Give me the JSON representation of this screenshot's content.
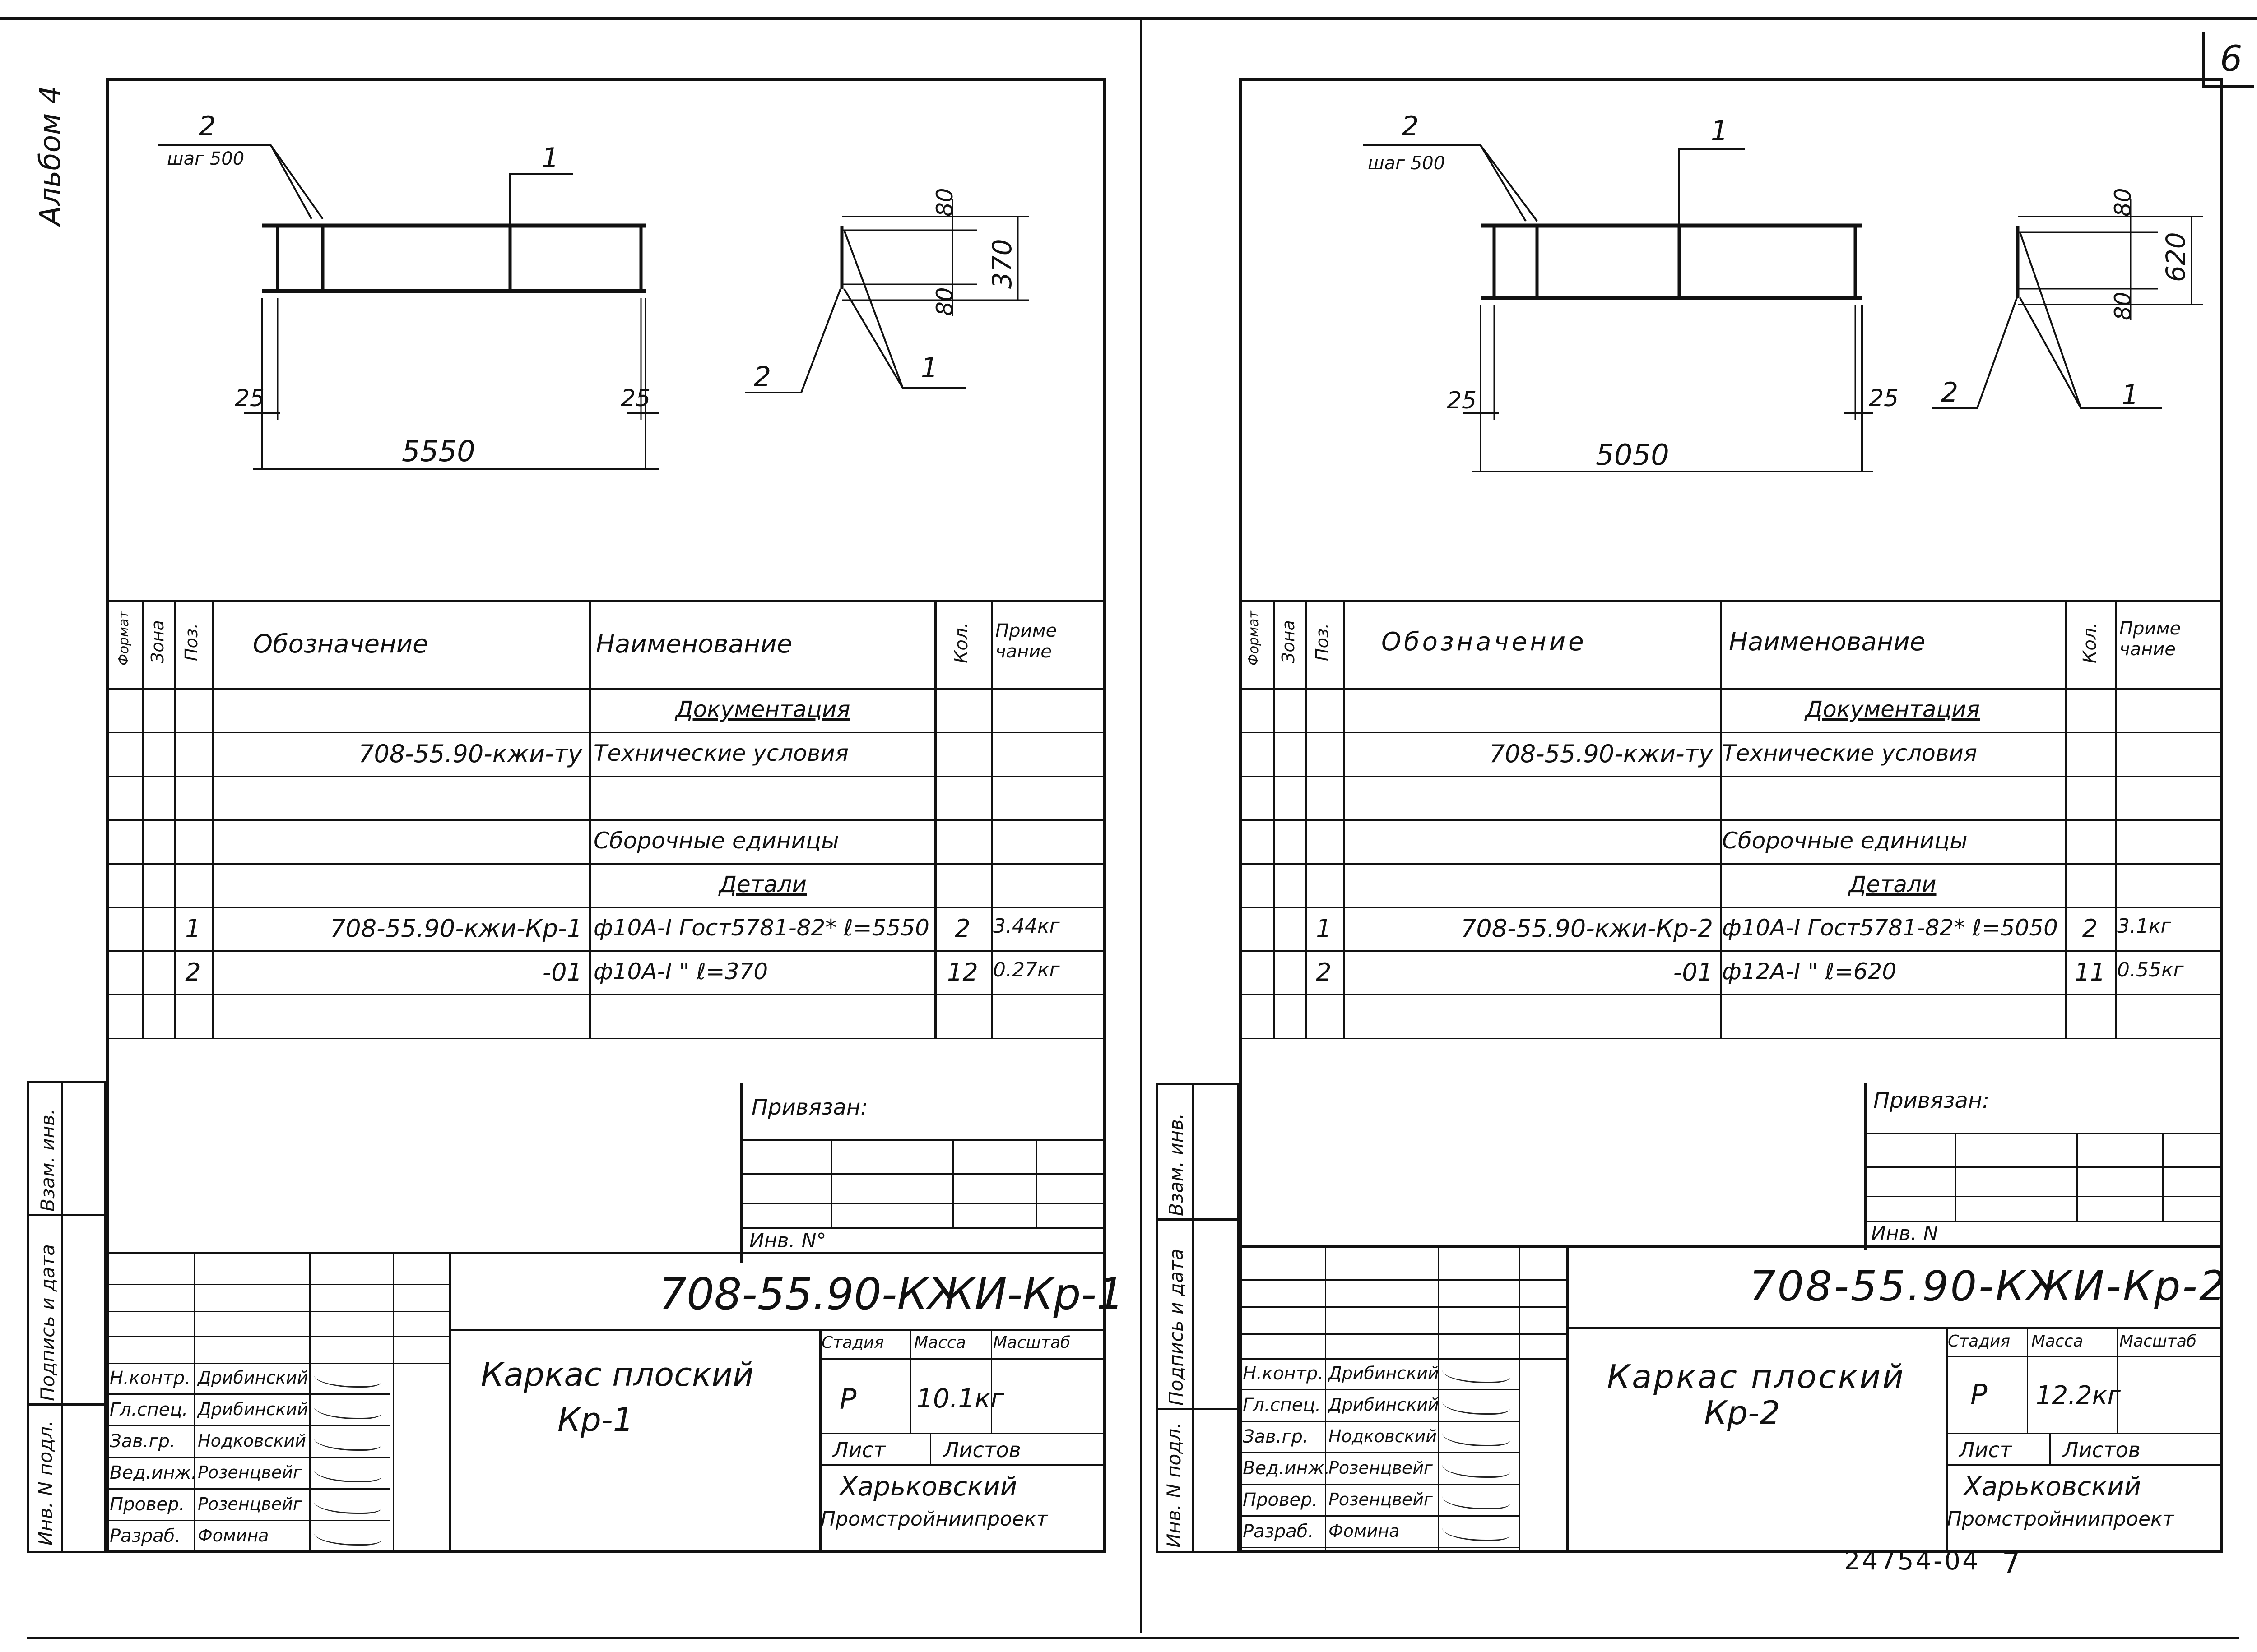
{
  "page": {
    "sheet_number": "6",
    "album_label": "Альбом 4",
    "inventory_code": "24754-04",
    "inventory_page": "7"
  },
  "side_strip": {
    "vzam_inv": "Взам. инв.",
    "podpis_data": "Подпись и дата",
    "inv_podl": "Инв. N подл."
  },
  "spec_headers": {
    "format": "Формат",
    "zona": "Зона",
    "poz": "Поз.",
    "oboznachenie": "Обозначение",
    "naimenovanie": "Наименование",
    "kol": "Кол.",
    "primechanie": "Приме чание"
  },
  "sheets": [
    {
      "drawing": {
        "pos2_label": "2",
        "step_label": "шаг 500",
        "pos1_label": "1",
        "length_dim": "5550",
        "end_dim_left": "25",
        "end_dim_right": "25",
        "dim_top": "80",
        "dim_bottom": "80",
        "height_dim": "370",
        "section_pos2": "2",
        "section_pos1": "1"
      },
      "spec_rows": [
        {
          "poz": "",
          "oboznachenie": "",
          "naimenovanie": "Документация",
          "kol": "",
          "prim": "",
          "kind": "section"
        },
        {
          "poz": "",
          "oboznachenie": "708-55.90-кжи-ту",
          "naimenovanie": "Технические условия",
          "kol": "",
          "prim": "",
          "kind": "item"
        },
        {
          "poz": "",
          "oboznachenie": "",
          "naimenovanie": "",
          "kol": "",
          "prim": "",
          "kind": "item"
        },
        {
          "poz": "",
          "oboznachenie": "",
          "naimenovanie": "Сборочные единицы",
          "kol": "",
          "prim": "",
          "kind": "item"
        },
        {
          "poz": "",
          "oboznachenie": "",
          "naimenovanie": "Детали",
          "kol": "",
          "prim": "",
          "kind": "section"
        },
        {
          "poz": "1",
          "oboznachenie": "708-55.90-кжи-Кр-1",
          "naimenovanie": "ф10А-I Гост5781-82* ℓ=5550",
          "kol": "2",
          "prim": "3.44кг",
          "kind": "item"
        },
        {
          "poz": "2",
          "oboznachenie": "-01",
          "naimenovanie": "ф10А-I   \"    ℓ=370",
          "kol": "12",
          "prim": "0.27кг",
          "kind": "item"
        },
        {
          "poz": "",
          "oboznachenie": "",
          "naimenovanie": "",
          "kol": "",
          "prim": "",
          "kind": "item"
        }
      ],
      "privyazan": "Привязан:",
      "inv_no": "Инв. N°",
      "doc_code": "708-55.90-КЖИ-Кр-1",
      "title_line1": "Каркас плоский",
      "title_line2": "Кр-1",
      "stadia_label": "Стадия",
      "massa_label": "Масса",
      "masshtab_label": "Масштаб",
      "stadia_value": "Р",
      "massa_value": "10.1кг",
      "list_label": "Лист",
      "listov_label": "Листов",
      "org_line1": "Харьковский",
      "org_line2": "Промстройниипроект",
      "staff": [
        {
          "role": "Н.контр.",
          "name": "Дрибинский"
        },
        {
          "role": "Гл.спец.",
          "name": "Дрибинский"
        },
        {
          "role": "Зав.гр.",
          "name": "Нодковский"
        },
        {
          "role": "Вед.инж.",
          "name": "Розенцвейг"
        },
        {
          "role": "Провер.",
          "name": "Розенцвейг"
        },
        {
          "role": "Разраб.",
          "name": "Фомина"
        }
      ]
    },
    {
      "drawing": {
        "pos2_label": "2",
        "step_label": "шаг 500",
        "pos1_label": "1",
        "length_dim": "5050",
        "end_dim_left": "25",
        "end_dim_right": "25",
        "dim_top": "80",
        "dim_bottom": "80",
        "height_dim": "620",
        "section_pos2": "2",
        "section_pos1": "1"
      },
      "spec_rows": [
        {
          "poz": "",
          "oboznachenie": "",
          "naimenovanie": "Документация",
          "kol": "",
          "prim": "",
          "kind": "section"
        },
        {
          "poz": "",
          "oboznachenie": "708-55.90-кжи-ту",
          "naimenovanie": "Технические условия",
          "kol": "",
          "prim": "",
          "kind": "item"
        },
        {
          "poz": "",
          "oboznachenie": "",
          "naimenovanie": "",
          "kol": "",
          "prim": "",
          "kind": "item"
        },
        {
          "poz": "",
          "oboznachenie": "",
          "naimenovanie": "Сборочные единицы",
          "kol": "",
          "prim": "",
          "kind": "item"
        },
        {
          "poz": "",
          "oboznachenie": "",
          "naimenovanie": "Детали",
          "kol": "",
          "prim": "",
          "kind": "section"
        },
        {
          "poz": "1",
          "oboznachenie": "708-55.90-кжи-Кр-2",
          "naimenovanie": "ф10А-I Гост5781-82* ℓ=5050",
          "kol": "2",
          "prim": "3.1кг",
          "kind": "item"
        },
        {
          "poz": "2",
          "oboznachenie": "-01",
          "naimenovanie": "ф12А-I   \"    ℓ=620",
          "kol": "11",
          "prim": "0.55кг",
          "kind": "item"
        },
        {
          "poz": "",
          "oboznachenie": "",
          "naimenovanie": "",
          "kol": "",
          "prim": "",
          "kind": "item"
        }
      ],
      "privyazan": "Привязан:",
      "inv_no": "Инв. N",
      "doc_code": "708-55.90-КЖИ-Кр-2",
      "title_line1": "Каркас плоский",
      "title_line2": "Кр-2",
      "stadia_label": "Стадия",
      "massa_label": "Масса",
      "masshtab_label": "Масштаб",
      "stadia_value": "Р",
      "massa_value": "12.2кг",
      "list_label": "Лист",
      "listov_label": "Листов",
      "org_line1": "Харьковский",
      "org_line2": "Промстройниипроект",
      "staff": [
        {
          "role": "Н.контр.",
          "name": "Дрибинский"
        },
        {
          "role": "Гл.спец.",
          "name": "Дрибинский"
        },
        {
          "role": "Зав.гр.",
          "name": "Нодковский"
        },
        {
          "role": "Вед.инж.",
          "name": "Розенцвейг"
        },
        {
          "role": "Провер.",
          "name": "Розенцвейг"
        },
        {
          "role": "Разраб.",
          "name": "Фомина"
        }
      ]
    }
  ]
}
